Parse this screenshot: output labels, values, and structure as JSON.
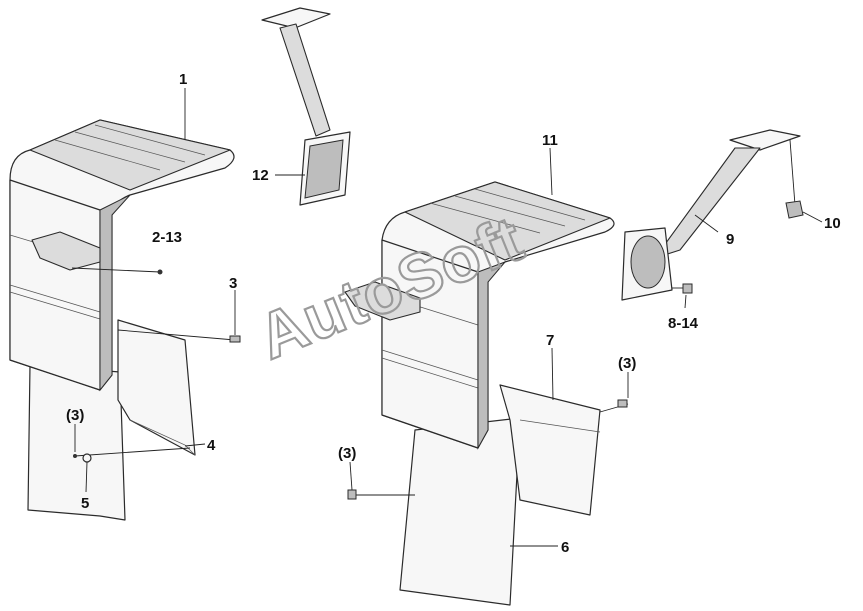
{
  "callouts": {
    "c1": "1",
    "c2_13": "2-13",
    "c3_a": "3",
    "c3_b": "(3)",
    "c4": "4",
    "c5": "5",
    "c12": "12",
    "c11": "11",
    "c3_c": "(3)",
    "c7": "7",
    "c3_d": "(3)",
    "c6": "6",
    "c9": "9",
    "c10": "10",
    "c8_14": "8-14"
  },
  "watermark": "AutoSoft"
}
